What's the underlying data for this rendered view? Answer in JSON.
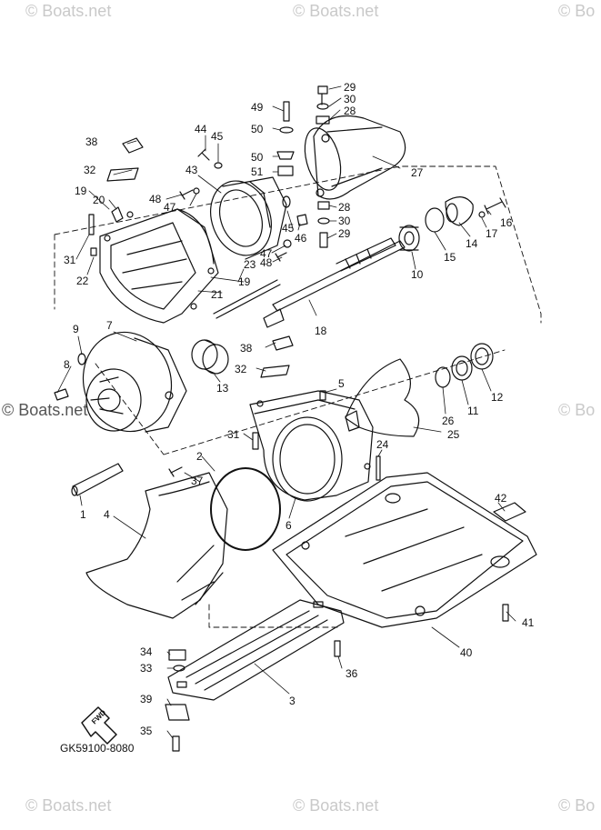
{
  "watermarks": {
    "top_left": "© Boats.net",
    "top_mid": "© Boats.net",
    "top_right": "© Bo",
    "mid_left": "© Boats.net",
    "mid_right": "© Bo",
    "bottom_left": "© Boats.net",
    "bottom_mid": "© Boats.net",
    "bottom_right": "© Bo"
  },
  "diagram_code": "GK59100-8080",
  "fwd_label": "FWD",
  "callouts": [
    {
      "id": "c29a",
      "text": "29"
    },
    {
      "id": "c30a",
      "text": "30"
    },
    {
      "id": "c28a",
      "text": "28"
    },
    {
      "id": "c49",
      "text": "49"
    },
    {
      "id": "c50a",
      "text": "50"
    },
    {
      "id": "c44",
      "text": "44"
    },
    {
      "id": "c45a",
      "text": "45"
    },
    {
      "id": "c38a",
      "text": "38"
    },
    {
      "id": "c27",
      "text": "27"
    },
    {
      "id": "c50b",
      "text": "50"
    },
    {
      "id": "c51",
      "text": "51"
    },
    {
      "id": "c32a",
      "text": "32"
    },
    {
      "id": "c43",
      "text": "43"
    },
    {
      "id": "c19a",
      "text": "19"
    },
    {
      "id": "c20",
      "text": "20"
    },
    {
      "id": "c48a",
      "text": "48"
    },
    {
      "id": "c47a",
      "text": "47"
    },
    {
      "id": "c28b",
      "text": "28"
    },
    {
      "id": "c30b",
      "text": "30"
    },
    {
      "id": "c29b",
      "text": "29"
    },
    {
      "id": "c16",
      "text": "16"
    },
    {
      "id": "c17",
      "text": "17"
    },
    {
      "id": "c14",
      "text": "14"
    },
    {
      "id": "c15",
      "text": "15"
    },
    {
      "id": "c45b",
      "text": "45"
    },
    {
      "id": "c46",
      "text": "46"
    },
    {
      "id": "c47b",
      "text": "47"
    },
    {
      "id": "c48b",
      "text": "48"
    },
    {
      "id": "c31a",
      "text": "31"
    },
    {
      "id": "c22",
      "text": "22"
    },
    {
      "id": "c23",
      "text": "23"
    },
    {
      "id": "c19b",
      "text": "19"
    },
    {
      "id": "c21",
      "text": "21"
    },
    {
      "id": "c10",
      "text": "10"
    },
    {
      "id": "c18",
      "text": "18"
    },
    {
      "id": "c9",
      "text": "9"
    },
    {
      "id": "c7",
      "text": "7"
    },
    {
      "id": "c8",
      "text": "8"
    },
    {
      "id": "c38b",
      "text": "38"
    },
    {
      "id": "c32b",
      "text": "32"
    },
    {
      "id": "c13",
      "text": "13"
    },
    {
      "id": "c5",
      "text": "5"
    },
    {
      "id": "c12",
      "text": "12"
    },
    {
      "id": "c11",
      "text": "11"
    },
    {
      "id": "c26",
      "text": "26"
    },
    {
      "id": "c25",
      "text": "25"
    },
    {
      "id": "c31b",
      "text": "31"
    },
    {
      "id": "c24",
      "text": "24"
    },
    {
      "id": "c2",
      "text": "2"
    },
    {
      "id": "c37",
      "text": "37"
    },
    {
      "id": "c1",
      "text": "1"
    },
    {
      "id": "c4",
      "text": "4"
    },
    {
      "id": "c6",
      "text": "6"
    },
    {
      "id": "c42",
      "text": "42"
    },
    {
      "id": "c41",
      "text": "41"
    },
    {
      "id": "c40",
      "text": "40"
    },
    {
      "id": "c34",
      "text": "34"
    },
    {
      "id": "c33",
      "text": "33"
    },
    {
      "id": "c36",
      "text": "36"
    },
    {
      "id": "c3",
      "text": "3"
    },
    {
      "id": "c39",
      "text": "39"
    },
    {
      "id": "c35",
      "text": "35"
    }
  ]
}
